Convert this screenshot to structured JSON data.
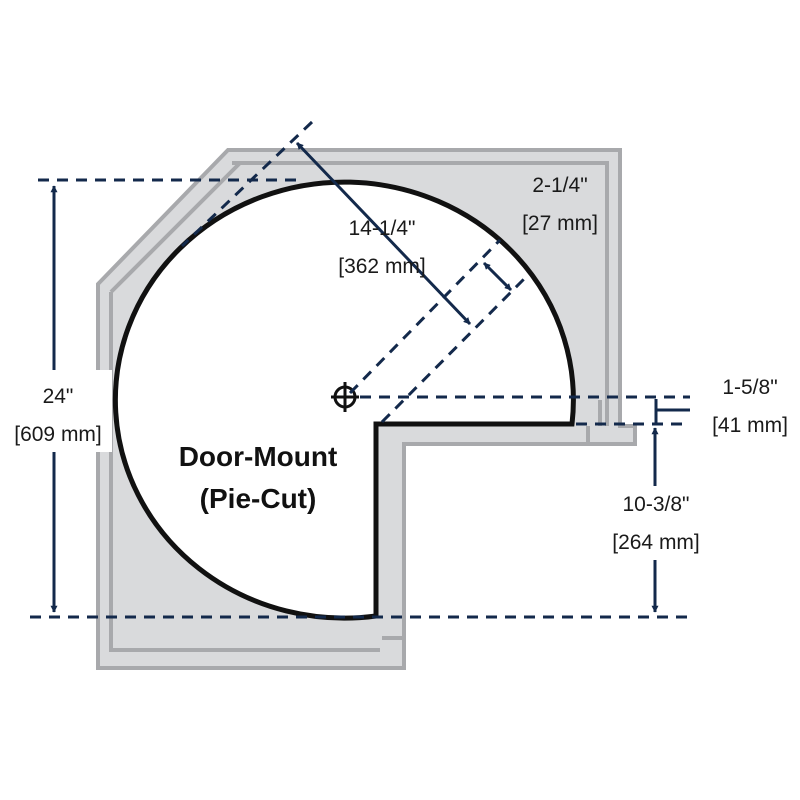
{
  "title_line1": "Door-Mount",
  "title_line2": "(Pie-Cut)",
  "dimensions": {
    "height_in": "24\"",
    "height_mm": "[609 mm]",
    "radius_in": "14-1/4\"",
    "radius_mm": "[362 mm]",
    "clearance_in": "2-1/4\"",
    "clearance_mm": "[27 mm]",
    "offset_in": "1-5/8\"",
    "offset_mm": "[41 mm]",
    "door_in": "10-3/8\"",
    "door_mm": "[264 mm]"
  },
  "colors": {
    "cabinet_fill": "#d9dadc",
    "cabinet_stroke": "#a8a9ac",
    "dimension_lines": "#13294b",
    "shelf_fill": "#ffffff",
    "shelf_outline": "#111111"
  }
}
